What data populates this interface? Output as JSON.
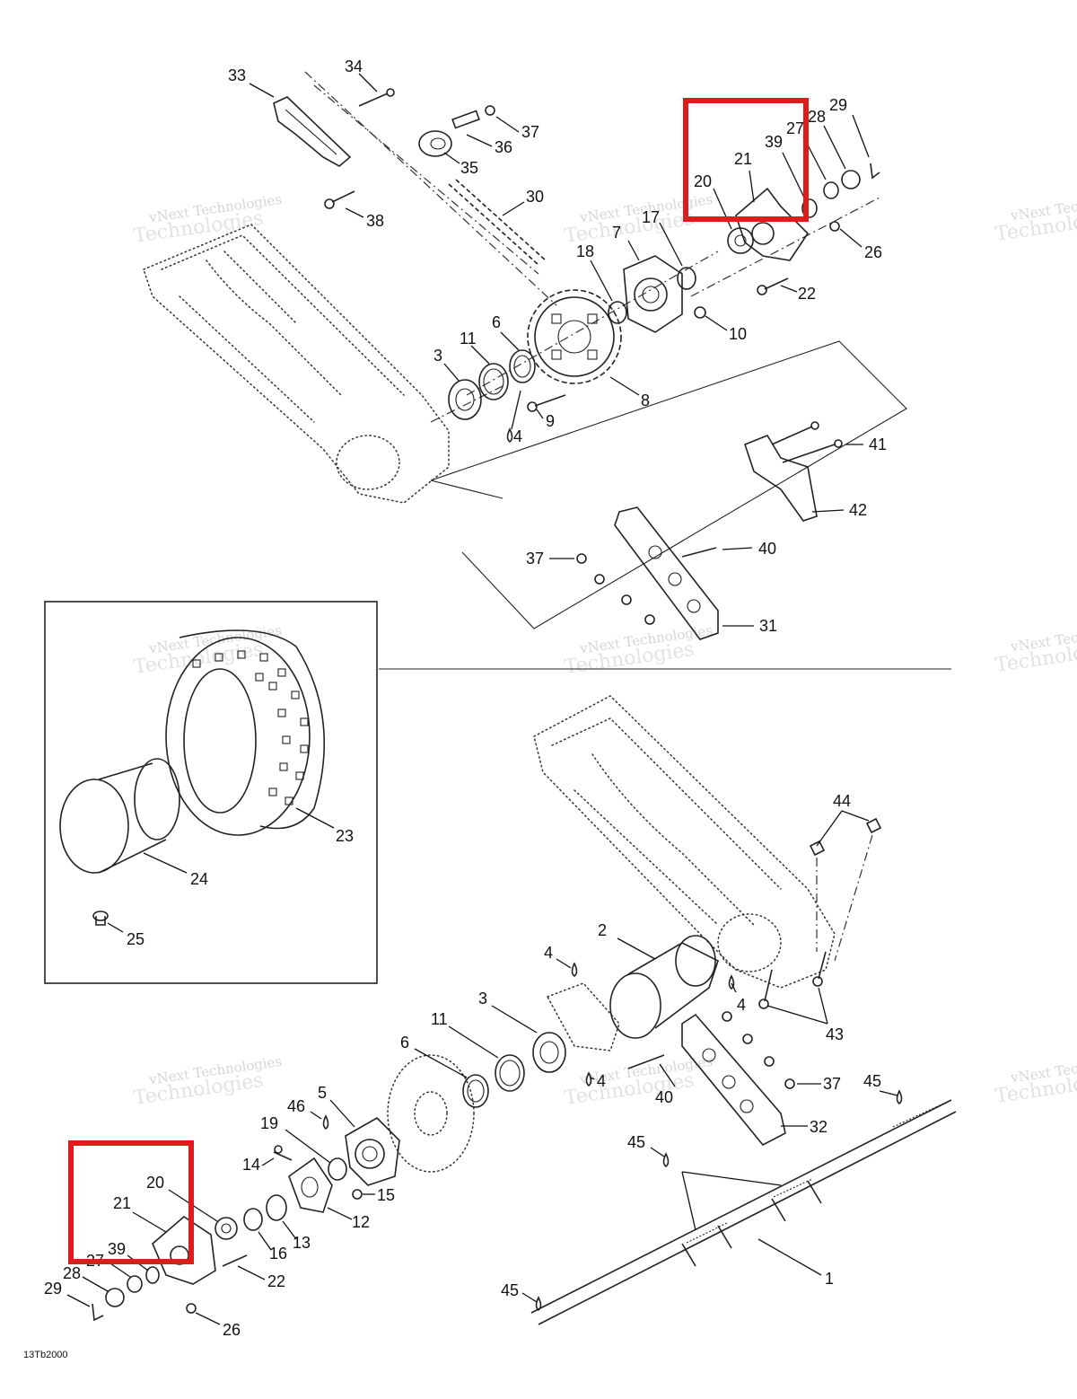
{
  "figure_code": "13Tb2000",
  "watermark": {
    "line1": "vNext Technologies",
    "line2": "Technologies"
  },
  "colors": {
    "highlight": "#e01b1b",
    "ink": "#222222",
    "watermark": "#d6d6d6"
  },
  "upper_callouts": [
    {
      "id": "u33",
      "text": "33"
    },
    {
      "id": "u34",
      "text": "34"
    },
    {
      "id": "u37a",
      "text": "37"
    },
    {
      "id": "u36",
      "text": "36"
    },
    {
      "id": "u35",
      "text": "35"
    },
    {
      "id": "u30",
      "text": "30"
    },
    {
      "id": "u38",
      "text": "38"
    },
    {
      "id": "u18",
      "text": "18"
    },
    {
      "id": "u7",
      "text": "7"
    },
    {
      "id": "u17",
      "text": "17"
    },
    {
      "id": "u20",
      "text": "20"
    },
    {
      "id": "u21",
      "text": "21"
    },
    {
      "id": "u39",
      "text": "39"
    },
    {
      "id": "u27",
      "text": "27"
    },
    {
      "id": "u28",
      "text": "28"
    },
    {
      "id": "u29",
      "text": "29"
    },
    {
      "id": "u26",
      "text": "26"
    },
    {
      "id": "u22",
      "text": "22"
    },
    {
      "id": "u10",
      "text": "10"
    },
    {
      "id": "u6",
      "text": "6"
    },
    {
      "id": "u11",
      "text": "11"
    },
    {
      "id": "u3",
      "text": "3"
    },
    {
      "id": "u4",
      "text": "4"
    },
    {
      "id": "u9",
      "text": "9"
    },
    {
      "id": "u8",
      "text": "8"
    },
    {
      "id": "u41",
      "text": "41"
    },
    {
      "id": "u42",
      "text": "42"
    },
    {
      "id": "u37b",
      "text": "37"
    },
    {
      "id": "u40",
      "text": "40"
    },
    {
      "id": "u31",
      "text": "31"
    }
  ],
  "inset_callouts": [
    {
      "id": "i23",
      "text": "23"
    },
    {
      "id": "i24",
      "text": "24"
    },
    {
      "id": "i25",
      "text": "25"
    }
  ],
  "lower_callouts": [
    {
      "id": "l44",
      "text": "44"
    },
    {
      "id": "l2",
      "text": "2"
    },
    {
      "id": "l4a",
      "text": "4"
    },
    {
      "id": "l4b",
      "text": "4"
    },
    {
      "id": "l43",
      "text": "43"
    },
    {
      "id": "l3",
      "text": "3"
    },
    {
      "id": "l11",
      "text": "11"
    },
    {
      "id": "l6",
      "text": "6"
    },
    {
      "id": "l4c",
      "text": "4"
    },
    {
      "id": "l40",
      "text": "40"
    },
    {
      "id": "l37",
      "text": "37"
    },
    {
      "id": "l45a",
      "text": "45"
    },
    {
      "id": "l32",
      "text": "32"
    },
    {
      "id": "l5",
      "text": "5"
    },
    {
      "id": "l46",
      "text": "46"
    },
    {
      "id": "l19",
      "text": "19"
    },
    {
      "id": "l14",
      "text": "14"
    },
    {
      "id": "l15",
      "text": "15"
    },
    {
      "id": "l12",
      "text": "12"
    },
    {
      "id": "l45b",
      "text": "45"
    },
    {
      "id": "l20",
      "text": "20"
    },
    {
      "id": "l21",
      "text": "21"
    },
    {
      "id": "l16",
      "text": "16"
    },
    {
      "id": "l13",
      "text": "13"
    },
    {
      "id": "l39",
      "text": "39"
    },
    {
      "id": "l27",
      "text": "27"
    },
    {
      "id": "l28",
      "text": "28"
    },
    {
      "id": "l29",
      "text": "29"
    },
    {
      "id": "l22",
      "text": "22"
    },
    {
      "id": "l26",
      "text": "26"
    },
    {
      "id": "l1",
      "text": "1"
    },
    {
      "id": "l45c",
      "text": "45"
    }
  ]
}
